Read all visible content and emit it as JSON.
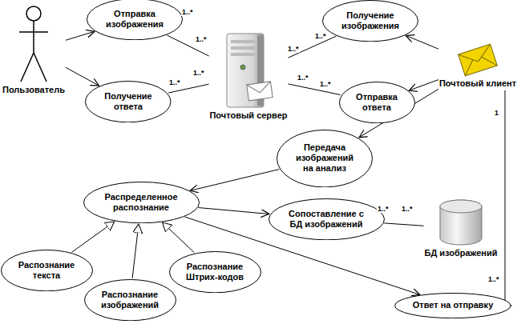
{
  "diagram": {
    "nodes": [
      {
        "text": [
          "Пользователь"
        ]
      },
      {
        "text": [
          "Отправка изображения"
        ]
      },
      {
        "text": [
          "Получение ответа"
        ]
      },
      {
        "text": [
          "Почтовый сервер"
        ]
      },
      {
        "text": [
          "Получение изображения"
        ]
      },
      {
        "text": [
          "Отправка ответа"
        ]
      },
      {
        "text": [
          "Почтовый клиент"
        ]
      },
      {
        "text": [
          "Передача изображений на анализ"
        ]
      },
      {
        "text": [
          "Распределенное распознание"
        ]
      },
      {
        "text": [
          "Сопоставление с БД изображений"
        ]
      },
      {
        "text": [
          "БД изображений"
        ]
      },
      {
        "text": [
          "Распознание текста"
        ]
      },
      {
        "text": [
          "Распознание изображений"
        ]
      },
      {
        "text": [
          "Распознание Штрих-кодов"
        ]
      },
      {
        "text": [
          "Ответ на отправку"
        ]
      }
    ],
    "edges": [
      {
        "from": 0,
        "to": 1,
        "arrow": "to"
      },
      {
        "from": 0,
        "to": 2,
        "arrow": "to"
      },
      {
        "from": 1,
        "to": 3,
        "arrow": "none"
      },
      {
        "from": 2,
        "to": 3,
        "arrow": "none"
      },
      {
        "from": 6,
        "to": 4,
        "arrow": "to"
      },
      {
        "from": 6,
        "to": 5,
        "arrow": "to"
      },
      {
        "from": 4,
        "to": 3,
        "arrow": "none"
      },
      {
        "from": 5,
        "to": 3,
        "arrow": "none"
      },
      {
        "from": 6,
        "to": 7,
        "arrow": "to"
      },
      {
        "from": 7,
        "to": 8,
        "arrow": "to"
      },
      {
        "from": 8,
        "to": 9,
        "arrow": "to"
      },
      {
        "from": 9,
        "to": 10,
        "arrow": "none"
      },
      {
        "from": 11,
        "to": 8,
        "arrow": "to"
      },
      {
        "from": 12,
        "to": 8,
        "arrow": "to"
      },
      {
        "from": 13,
        "to": 8,
        "arrow": "to"
      },
      {
        "from": 8,
        "to": 14,
        "arrow": "to"
      },
      {
        "from": 6,
        "to": 14,
        "arrow": "none"
      }
    ],
    "labels": [
      "1..*",
      "1..*",
      "1..*",
      "1..*",
      "1..*",
      "1..*",
      "1..*",
      "1..*",
      "1..*",
      "1..*",
      "1",
      "1..*"
    ]
  }
}
